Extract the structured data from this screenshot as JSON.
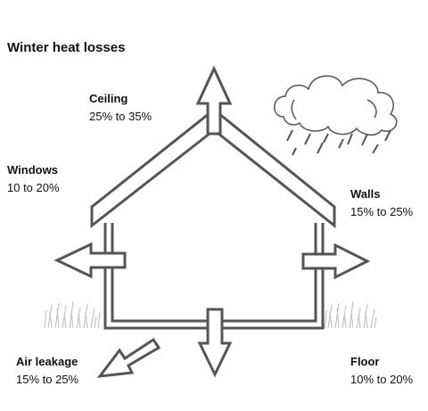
{
  "title": "Winter heat losses",
  "labels": {
    "ceiling": {
      "name": "Ceiling",
      "value": "25% to 35%"
    },
    "windows": {
      "name": "Windows",
      "value": "10 to 20%"
    },
    "walls": {
      "name": "Walls",
      "value": "15% to 25%"
    },
    "air": {
      "name": "Air leakage",
      "value": "15% to 25%"
    },
    "floor": {
      "name": "Floor",
      "value": "10% to 20%"
    }
  },
  "colors": {
    "stroke": "#555555",
    "background": "#ffffff"
  }
}
